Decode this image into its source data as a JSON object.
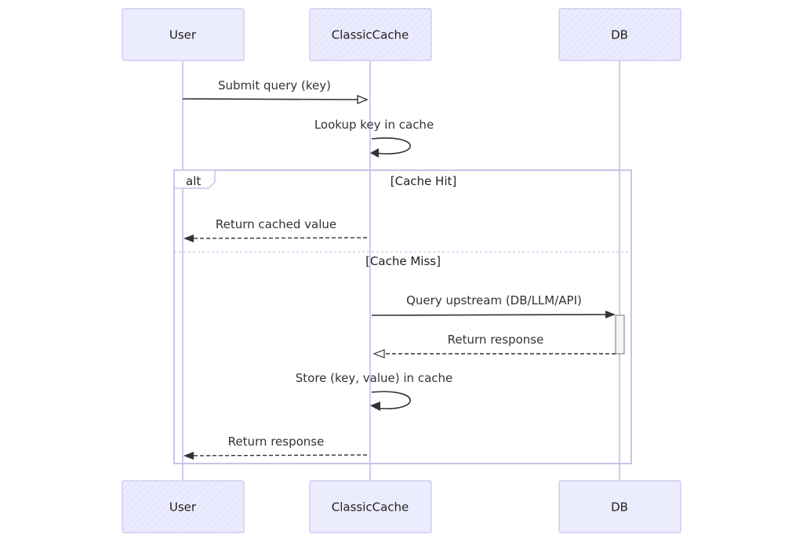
{
  "participants": {
    "user": "User",
    "cache": "ClassicCache",
    "db": "DB"
  },
  "messages": {
    "m1": "Submit query (key)",
    "m2": "Lookup key in cache",
    "m3": "Return cached value",
    "m4": "Query upstream (DB/LLM/API)",
    "m5": "Return response",
    "m6": "Store (key, value) in cache",
    "m7": "Return response"
  },
  "frame": {
    "keyword": "alt",
    "cond_hit": "[Cache Hit]",
    "cond_miss": "[Cache Miss]"
  },
  "colors": {
    "actor_fill": "#ececff",
    "actor_stroke": "#c8c4ec",
    "line": "#333333"
  }
}
